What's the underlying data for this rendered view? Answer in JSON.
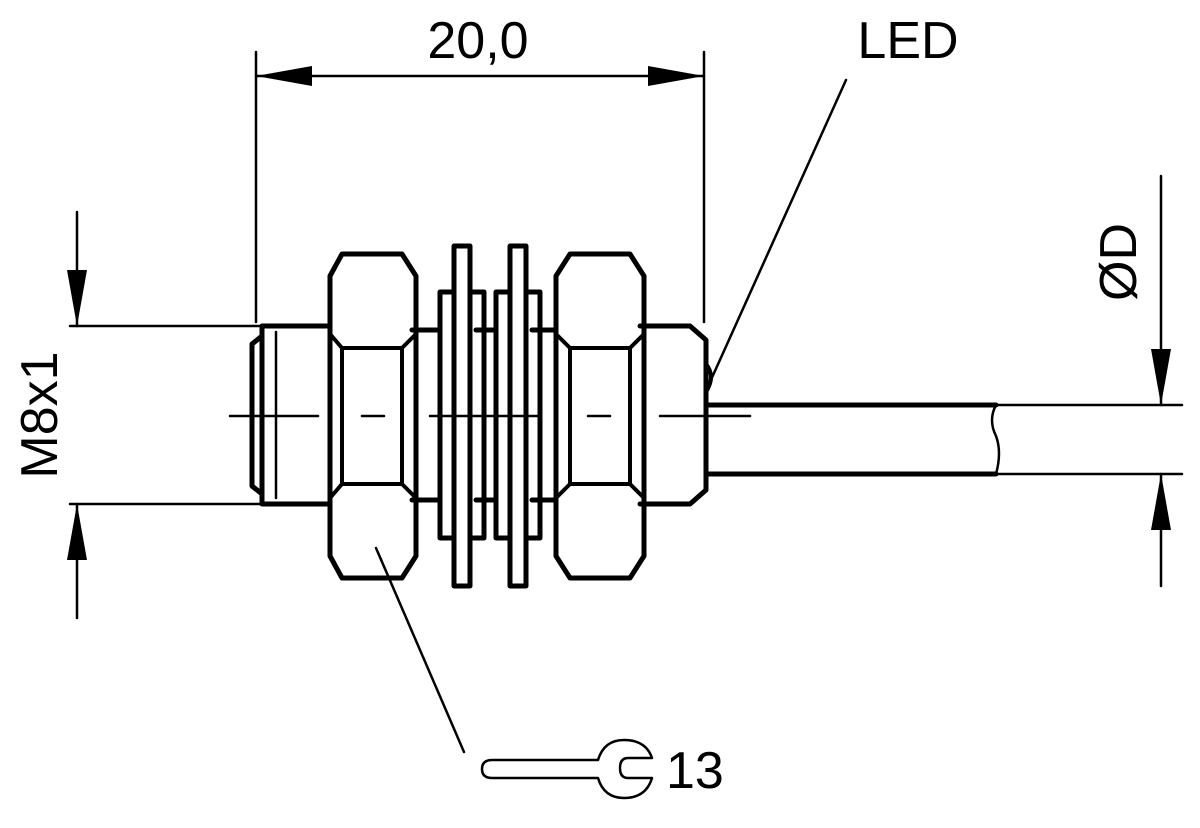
{
  "drawing": {
    "dim_length": "20,0",
    "label_led": "LED",
    "label_diameter": "ØD",
    "label_thread": "M8x1",
    "label_wrench": "13"
  }
}
